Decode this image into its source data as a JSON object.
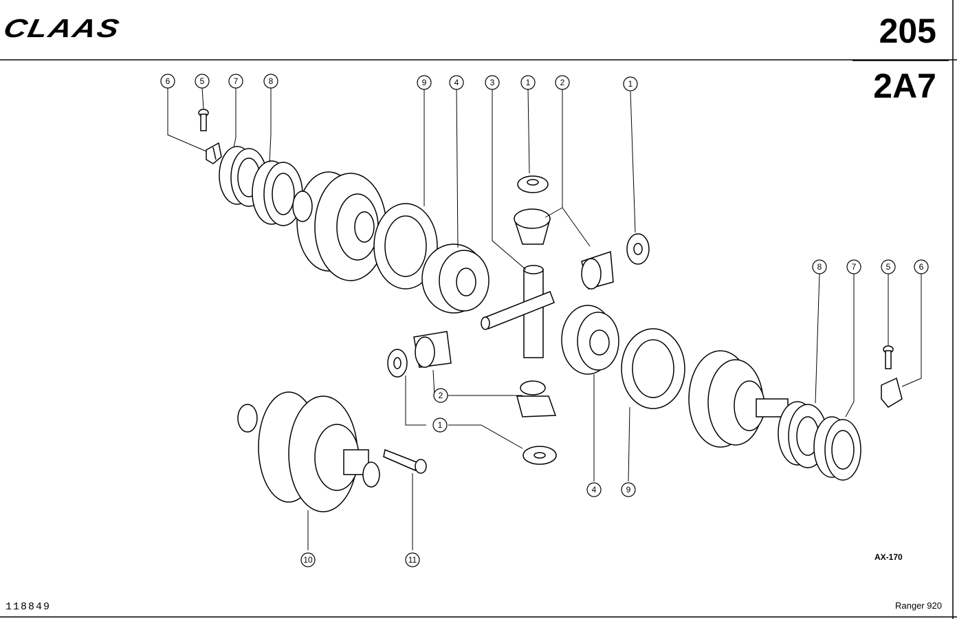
{
  "header": {
    "brand": "CLAAS",
    "page_number": "205",
    "section_code": "2A7"
  },
  "footer": {
    "document_number": "118849",
    "drawing_reference": "AX-170",
    "model": "Ranger 920"
  },
  "callouts": [
    {
      "id": "c6a",
      "label": "6"
    },
    {
      "id": "c5a",
      "label": "5"
    },
    {
      "id": "c7a",
      "label": "7"
    },
    {
      "id": "c8a",
      "label": "8"
    },
    {
      "id": "c9a",
      "label": "9"
    },
    {
      "id": "c4a",
      "label": "4"
    },
    {
      "id": "c3",
      "label": "3"
    },
    {
      "id": "c1a",
      "label": "1"
    },
    {
      "id": "c2a",
      "label": "2"
    },
    {
      "id": "c1b",
      "label": "1"
    },
    {
      "id": "c8b",
      "label": "8"
    },
    {
      "id": "c7b",
      "label": "7"
    },
    {
      "id": "c5b",
      "label": "5"
    },
    {
      "id": "c6b",
      "label": "6"
    },
    {
      "id": "c2b",
      "label": "2"
    },
    {
      "id": "c1c",
      "label": "1"
    },
    {
      "id": "c4b",
      "label": "4"
    },
    {
      "id": "c9b",
      "label": "9"
    },
    {
      "id": "c10",
      "label": "10"
    },
    {
      "id": "c11",
      "label": "11"
    }
  ],
  "colors": {
    "line": "#000000",
    "background": "#ffffff"
  }
}
